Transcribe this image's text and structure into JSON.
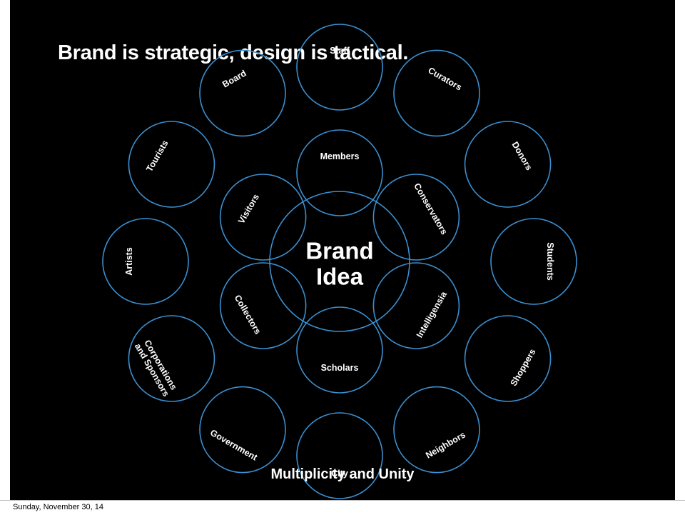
{
  "slide": {
    "title": "Brand is strategic, design is tactical.",
    "caption": "Multiplicity and Unity",
    "background_color": "#000000",
    "ring_color": "#3a8fd0"
  },
  "diagram": {
    "center": [
      "Brand",
      "Idea"
    ],
    "audiences": [
      [
        "Staff"
      ],
      [
        "Curators"
      ],
      [
        "Donors"
      ],
      [
        "Students"
      ],
      [
        "Shoppers"
      ],
      [
        "Neighbors"
      ],
      [
        "City"
      ],
      [
        "Government"
      ],
      [
        "Corporations",
        "and Sponsors"
      ],
      [
        "Artists"
      ],
      [
        "Tourists"
      ],
      [
        "Board"
      ],
      [
        "Members"
      ],
      [
        "Conservators"
      ],
      [
        "Intelligensia"
      ],
      [
        "Scholars"
      ],
      [
        "Collectors"
      ],
      [
        "Visitors"
      ]
    ]
  },
  "footer": {
    "date": "Sunday, November 30, 14"
  }
}
